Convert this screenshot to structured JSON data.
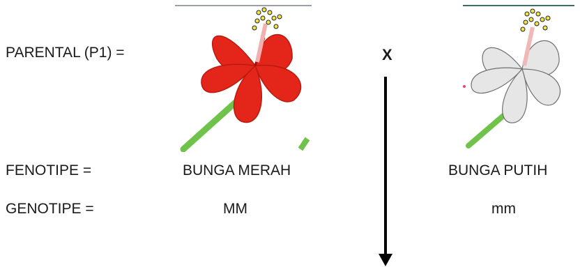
{
  "rows": {
    "parental_label": "PARENTAL (P1) =",
    "fenotipe_label": "FENOTIPE =",
    "genotipe_label": "GENOTIPE ="
  },
  "cross_symbol": "X",
  "parent_left": {
    "fenotipe": "BUNGA MERAH",
    "genotipe": "MM",
    "flower_color": "#e4261a",
    "icon": "red-flower-icon"
  },
  "parent_right": {
    "fenotipe": "BUNGA PUTIH",
    "genotipe": "mm",
    "flower_color": "#e6e6e6",
    "icon": "white-flower-icon"
  },
  "arrow_icon": "down-arrow-icon"
}
